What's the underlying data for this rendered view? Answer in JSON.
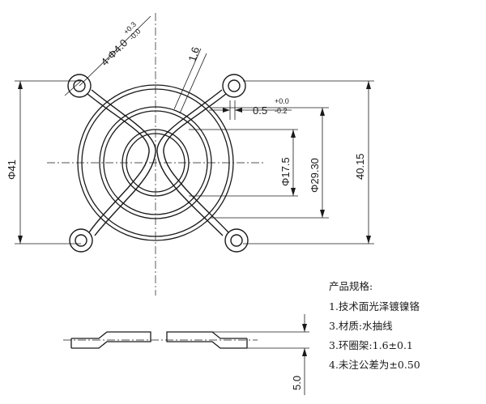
{
  "dimensions": {
    "hole_spec": "4-Φ4.0",
    "hole_tol_upper": "+0.3",
    "hole_tol_lower": "-0.0",
    "wire_dia": "1.6",
    "gap": "0.5",
    "gap_tol_upper": "+0.0",
    "gap_tol_lower": "-0.2",
    "inner_dia": "Φ17.5",
    "mid_dia": "Φ29.30",
    "outer_dia": "Φ41",
    "hole_pitch": "40.15",
    "height": "5.0"
  },
  "notes": {
    "title": "产品规格:",
    "items": [
      "1.技术面光泽镀镍铬",
      "3.材质:水抽线",
      "3.环圈架:1.6±0.1",
      "4.未注公差为±0.50"
    ]
  }
}
